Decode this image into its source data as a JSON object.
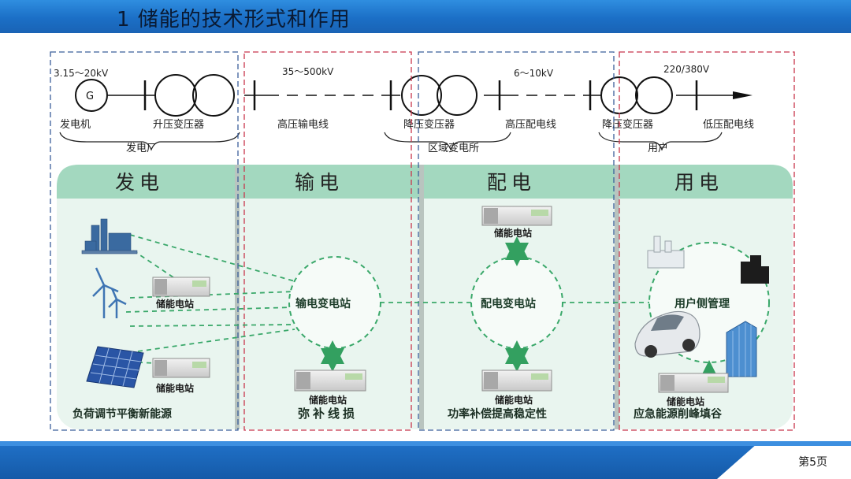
{
  "title": "1  储能的技术形式和作用",
  "page_number": "第5页",
  "top_diagram": {
    "voltages": [
      "3.15～20kV",
      "35～500kV",
      "6～10kV",
      "220/380V"
    ],
    "generator_symbol": "G",
    "labels": [
      "发电机",
      "升压变压器",
      "高压输电线",
      "降压变压器",
      "高压配电线",
      "降压变压器",
      "低压配电线"
    ],
    "groups": [
      "发电厂",
      "区域变电所",
      "用户"
    ]
  },
  "sections": [
    {
      "header": "发电",
      "caption": "负荷调节平衡新能源"
    },
    {
      "header": "输电",
      "caption": "弥补线损"
    },
    {
      "header": "配电",
      "caption": "功率补偿提高稳定性"
    },
    {
      "header": "用电",
      "caption": "应急能源削峰填谷"
    }
  ],
  "nodes": {
    "transmission_station": "输电变电站",
    "distribution_station": "配电变电站",
    "user_management": "用户侧管理"
  },
  "storage_station_label": "储能电站",
  "colors": {
    "panel_bg": "#e9f5ef",
    "header_bg": "#9fd6bd",
    "dash_green": "#3aa86a",
    "blue_dash": "#3b5f9a",
    "red_dash": "#c8364c"
  }
}
